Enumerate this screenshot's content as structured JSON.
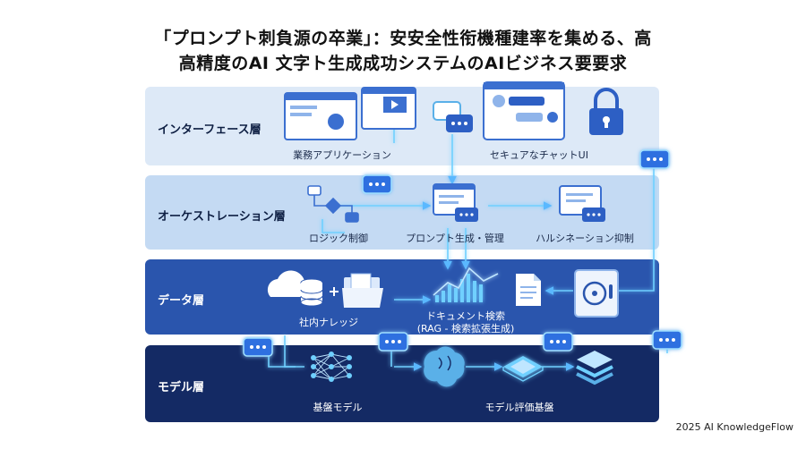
{
  "title": {
    "line1": "「プロンプト刺負源の卒業」：安安全性衔機種建率を集める、高",
    "line2": "高精度のAI 文字ト生成成功システムのAIビジネス要要求"
  },
  "layers": {
    "interface": {
      "label": "インターフェース層",
      "items": [
        "業務アプリケーション",
        "セキュアなチャットUI"
      ]
    },
    "orchestration": {
      "label": "オーケストレーション層",
      "items": [
        "ロジック制御",
        "プロンプト生成・管理",
        "ハルシネーション抑制"
      ]
    },
    "data": {
      "label": "データ層",
      "items": [
        "社内ナレッジ",
        "ドキュメント検索",
        "(RAG - 検索拡張生成)"
      ]
    },
    "model": {
      "label": "モデル層",
      "items": [
        "基盤モデル",
        "モデル評価基盤"
      ]
    }
  },
  "footer": "2025 AI KnowledgeFlow",
  "colors": {
    "interface_bg": "#dde9f7",
    "orchestration_bg": "#c4daf3",
    "data_bg": "#2a55ad",
    "model_bg": "#142a64",
    "glow": "#6fd0ff"
  }
}
